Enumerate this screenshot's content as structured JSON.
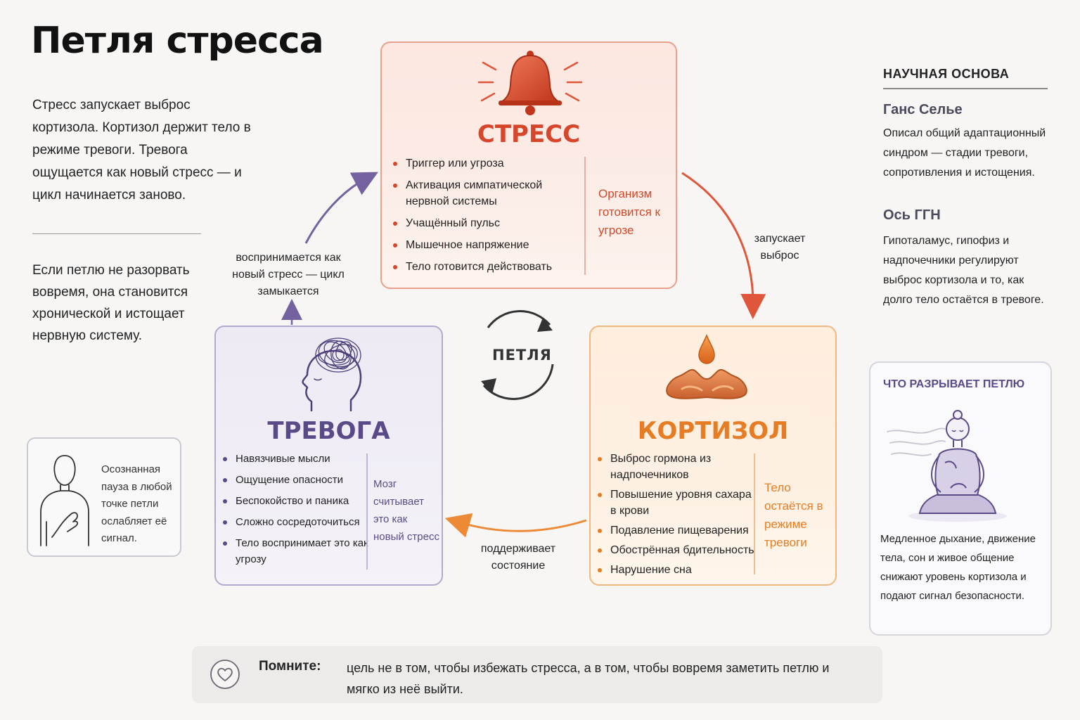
{
  "title": "Петля стресса",
  "intro": "Стресс запускает выброс кортизола. Кортизол держит тело в режиме тревоги. Тревога ощущается как новый стресс — и цикл начинается заново.",
  "intro2": "Если петлю не разорвать вовремя, она становится хронической и истощает нервную систему.",
  "stress": {
    "title": "СТРЕСС",
    "items": [
      "Триггер или угроза",
      "Активация симпатической нервной системы",
      "Учащённый пульс",
      "Мышечное напряжение",
      "Тело готовится действовать"
    ],
    "note": "Организм готовится к угрозе"
  },
  "cortisol": {
    "title": "КОРТИЗОЛ",
    "items": [
      "Выброс гормона из надпочечников",
      "Повышение уровня сахара в крови",
      "Подавление пищеварения",
      "Обострённая бдительность",
      "Нарушение сна"
    ],
    "note": "Тело остаётся в режиме тревоги"
  },
  "anxiety": {
    "title": "ТРЕВОГА",
    "items": [
      "Навязчивые мысли",
      "Ощущение опасности",
      "Беспокойство и паника",
      "Сложно сосредоточиться",
      "Тело воспринимает это как угрозу"
    ],
    "note": "Мозг считывает это как новый стресс"
  },
  "arrows": {
    "stress_to_cortisol": "запускает выброс",
    "cortisol_to_anxiety": "поддерживает состояние",
    "anxiety_to_stress": "воспринимается как новый стресс — цикл замыкается"
  },
  "loop_label": "ПЕТЛЯ",
  "science": {
    "heading": "НАУЧНАЯ ОСНОВА",
    "selye_title": "Ганс Селье",
    "selye_text": "Описал общий адаптационный синдром — стадии тревоги, сопротивления и истощения.",
    "hpa_title": "Ось ГГН",
    "hpa_text": "Гипоталамус, гипофиз и надпочечники регулируют выброс кортизола и то, как долго тело остаётся в тревоге."
  },
  "break_loop": {
    "title": "ЧТО РАЗРЫВАЕТ ПЕТЛЮ",
    "text": "Медленное дыхание, движение тела, сон и живое общение снижают уровень кортизола и подают сигнал безопасности."
  },
  "pause": {
    "text": "Осознанная пауза в любой точке петли ослабляет её сигнал."
  },
  "remember": {
    "label": "Помните:",
    "text": "цель не в том, чтобы избежать стресса, а в том, чтобы вовремя заметить петлю и мягко из неё выйти."
  },
  "colors": {
    "stress": "#d5462a",
    "cortisol": "#e67d24",
    "anxiety": "#5b4a88"
  }
}
